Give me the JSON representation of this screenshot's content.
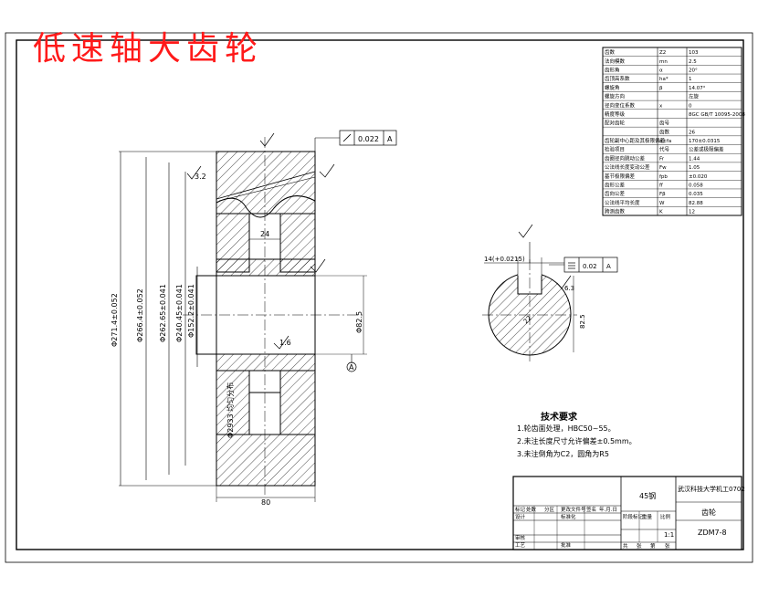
{
  "title": "低速轴大齿轮",
  "params": [
    [
      "齿数",
      "Z2",
      "103"
    ],
    [
      "法向模数",
      "mn",
      "2.5"
    ],
    [
      "齿形角",
      "α",
      "20°"
    ],
    [
      "齿顶高系数",
      "ha*",
      "1"
    ],
    [
      "螺旋角",
      "β",
      "14.07°"
    ],
    [
      "螺旋方向",
      "",
      "左旋"
    ],
    [
      "径向变位系数",
      "x",
      "0"
    ],
    [
      "精度等级",
      "",
      "8GC GB/T 10095-2008"
    ],
    [
      "配对齿轮",
      "齿号",
      ""
    ],
    [
      "",
      "齿数",
      "26"
    ],
    [
      "齿轮副中心距及其极限偏差",
      "a±fa",
      "170±0.0315"
    ],
    [
      "检验项目",
      "代号",
      "公差或极限偏差"
    ],
    [
      "齿圈径向跳动公差",
      "Fr",
      "1.44"
    ],
    [
      "公法线长度变动公差",
      "Fw",
      "1.05"
    ],
    [
      "基节极限偏差",
      "fpb",
      "±0.020"
    ],
    [
      "齿形公差",
      "ff",
      "0.058"
    ],
    [
      "齿向公差",
      "Fβ",
      "0.035"
    ],
    [
      "公法线平均长度",
      "W",
      "82.88"
    ],
    [
      "跨测齿数",
      "K",
      "12"
    ]
  ],
  "notes": {
    "heading": "技术要求",
    "items": [
      "1.轮齿面处理，HBC50~55。",
      "2.未注长度尺寸允许偏差±0.5mm。",
      "3.未注倒角为C2，圆角为R5"
    ]
  },
  "dims": {
    "d1": "Φ271.4±0.052",
    "d2": "Φ266.4±0.052",
    "d3": "Φ262.65±0.041",
    "d4": "Φ240.45±0.041",
    "d5": "Φ152.2±0.041",
    "d6": "Φ82.5",
    "spokes": "Φ2933 均匀分布",
    "width": "80",
    "hub": "24",
    "tol1": "0.022",
    "tol2": "0.02",
    "datum": "A",
    "ra1": "3.2",
    "ra2": "1.6",
    "ra3": "6.3",
    "kw": "22",
    "kd": "82.5",
    "key_tol": "14(+0.0215)"
  },
  "titleblock": {
    "company": "武汉科技大学机工0702",
    "part": "齿轮",
    "material": "45钢",
    "code": "ZDM7-8",
    "scale": "1:1",
    "labels": [
      "标记",
      "处数",
      "分区",
      "更改文件号",
      "签名",
      "年.月.日",
      "设计",
      "标准化",
      "阶段标记",
      "重量",
      "比例",
      "审核",
      "工艺",
      "批准",
      "共",
      "张",
      "第",
      "张"
    ]
  }
}
